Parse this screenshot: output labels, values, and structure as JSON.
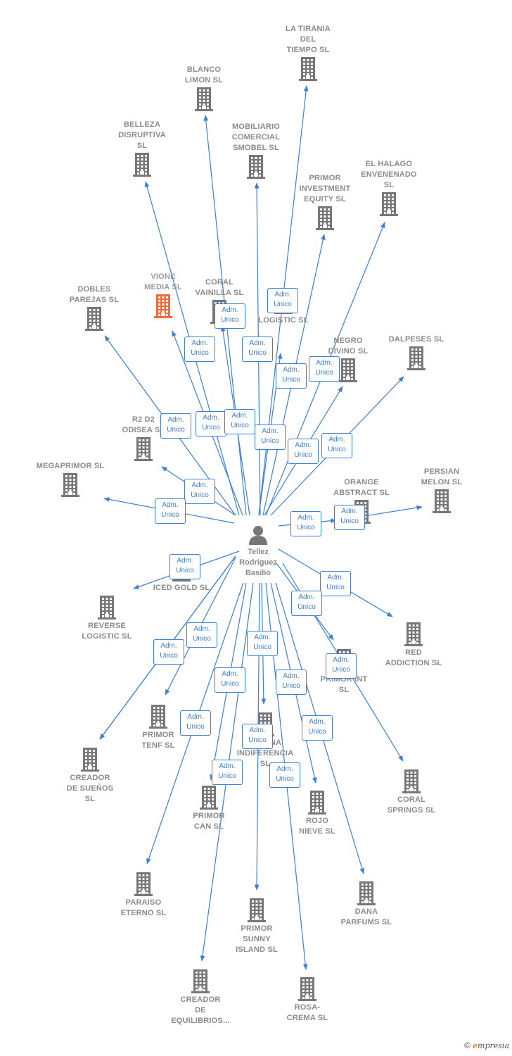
{
  "person": {
    "name": "Tellez\nRodriguez\nBasilio",
    "icon": "person-icon"
  },
  "badge_text": "Adm.\nUnico",
  "colors": {
    "edge": "#3b7fd6",
    "building": "#777777",
    "highlight": "#f26b3a",
    "text": "#8a8a8a"
  },
  "companies": [
    {
      "id": "la-tirania",
      "label": "LA TIRANIA\nDEL\nTIEMPO  SL"
    },
    {
      "id": "blanco-limon",
      "label": "BLANCO\nLIMON SL"
    },
    {
      "id": "belleza",
      "label": "BELLEZA\nDISRUPTIVA\nSL"
    },
    {
      "id": "mobiliario",
      "label": "MOBILIARIO\nCOMERCIAL\nSMOBEL  SL"
    },
    {
      "id": "el-halago",
      "label": "EL HALAGO\nENVENENADO\nSL"
    },
    {
      "id": "primor-investment",
      "label": "PRIMOR\nINVESTMENT\nEQUITY  SL"
    },
    {
      "id": "vione",
      "label": "VIONE\nMEDIA  SL",
      "highlight": true
    },
    {
      "id": "coral-vainilla",
      "label": "CORAL\nVAINILLA SL"
    },
    {
      "id": "dobles-parejas",
      "label": "DOBLES\nPAREJAS SL"
    },
    {
      "id": "logistic",
      "label": "LOGISTIC  SL"
    },
    {
      "id": "negro-divino",
      "label": "NEGRO\nDIVINO SL"
    },
    {
      "id": "dalpeses",
      "label": "DALPESES SL"
    },
    {
      "id": "r2d2",
      "label": "R2 D2\nODISEA  SL"
    },
    {
      "id": "megaprimor",
      "label": "MEGAPRIMOR SL"
    },
    {
      "id": "orange",
      "label": "ORANGE\nABSTRACT  SL"
    },
    {
      "id": "persian",
      "label": "PERSIAN\nMELON SL"
    },
    {
      "id": "iced-gold",
      "label": "ICED GOLD  SL"
    },
    {
      "id": "reverse",
      "label": "REVERSE\nLOGISTIC  SL"
    },
    {
      "id": "red-addiction",
      "label": "RED\nADDICTION  SL"
    },
    {
      "id": "primor-int",
      "label": "PRIMOR INT\nSL"
    },
    {
      "id": "primor-tenf",
      "label": "PRIMOR\nTENF  SL"
    },
    {
      "id": "creador-suenos",
      "label": "CREADOR\nDE SUEÑOS\nSL"
    },
    {
      "id": "eterna",
      "label": "ETERNA\nINDIFERENCIA\nSL"
    },
    {
      "id": "coral-springs",
      "label": "CORAL\nSPRINGS SL"
    },
    {
      "id": "primor-can",
      "label": "PRIMOR\nCAN  SL"
    },
    {
      "id": "rojo-nieve",
      "label": "ROJO\nNIEVE SL"
    },
    {
      "id": "paraiso",
      "label": "PARAISO\nETERNO  SL"
    },
    {
      "id": "dana",
      "label": "DANA\nPARFUMS  SL"
    },
    {
      "id": "primor-sunny",
      "label": "PRIMOR\nSUNNY\nISLAND  SL"
    },
    {
      "id": "creador-equilibrios",
      "label": "CREADOR\nDE\nEQUILIBRIOS..."
    },
    {
      "id": "rosa-crema",
      "label": "ROSA-\nCREMA SL"
    }
  ],
  "footer": {
    "copyright": "©",
    "brand_initial": "e",
    "brand_rest": "mpresia"
  }
}
